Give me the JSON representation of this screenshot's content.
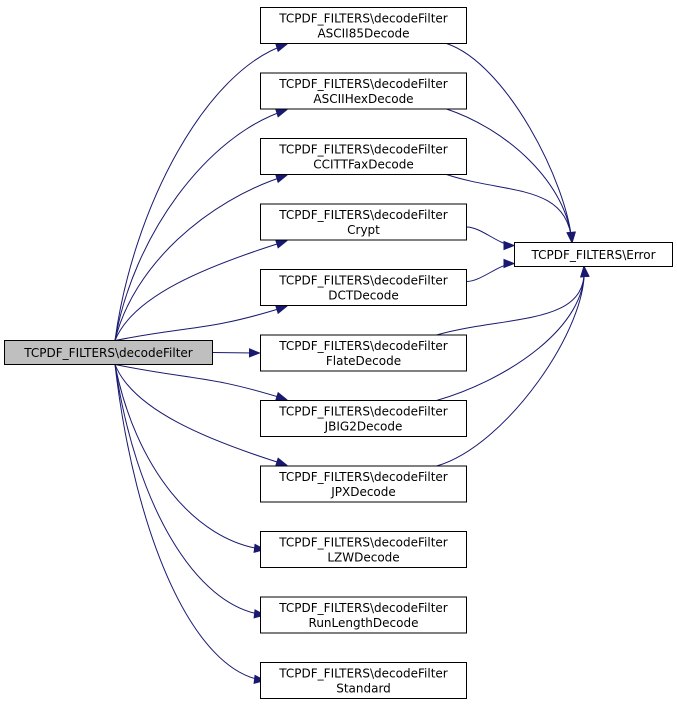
{
  "diagram": {
    "root": {
      "label": "TCPDF_FILTERS\\decodeFilter"
    },
    "target": {
      "label": "TCPDF_FILTERS\\Error"
    },
    "filters": [
      {
        "line1": "TCPDF_FILTERS\\decodeFilter",
        "line2": "ASCII85Decode",
        "calls_error": true
      },
      {
        "line1": "TCPDF_FILTERS\\decodeFilter",
        "line2": "ASCIIHexDecode",
        "calls_error": true
      },
      {
        "line1": "TCPDF_FILTERS\\decodeFilter",
        "line2": "CCITTFaxDecode",
        "calls_error": true
      },
      {
        "line1": "TCPDF_FILTERS\\decodeFilter",
        "line2": "Crypt",
        "calls_error": true
      },
      {
        "line1": "TCPDF_FILTERS\\decodeFilter",
        "line2": "DCTDecode",
        "calls_error": true
      },
      {
        "line1": "TCPDF_FILTERS\\decodeFilter",
        "line2": "FlateDecode",
        "calls_error": true
      },
      {
        "line1": "TCPDF_FILTERS\\decodeFilter",
        "line2": "JBIG2Decode",
        "calls_error": true
      },
      {
        "line1": "TCPDF_FILTERS\\decodeFilter",
        "line2": "JPXDecode",
        "calls_error": true
      },
      {
        "line1": "TCPDF_FILTERS\\decodeFilter",
        "line2": "LZWDecode",
        "calls_error": false
      },
      {
        "line1": "TCPDF_FILTERS\\decodeFilter",
        "line2": "RunLengthDecode",
        "calls_error": false
      },
      {
        "line1": "TCPDF_FILTERS\\decodeFilter",
        "line2": "Standard",
        "calls_error": false
      }
    ],
    "colors": {
      "edge": "#191970",
      "root_fill": "#bfbfbf",
      "node_fill": "#ffffff",
      "border": "#000000"
    }
  }
}
